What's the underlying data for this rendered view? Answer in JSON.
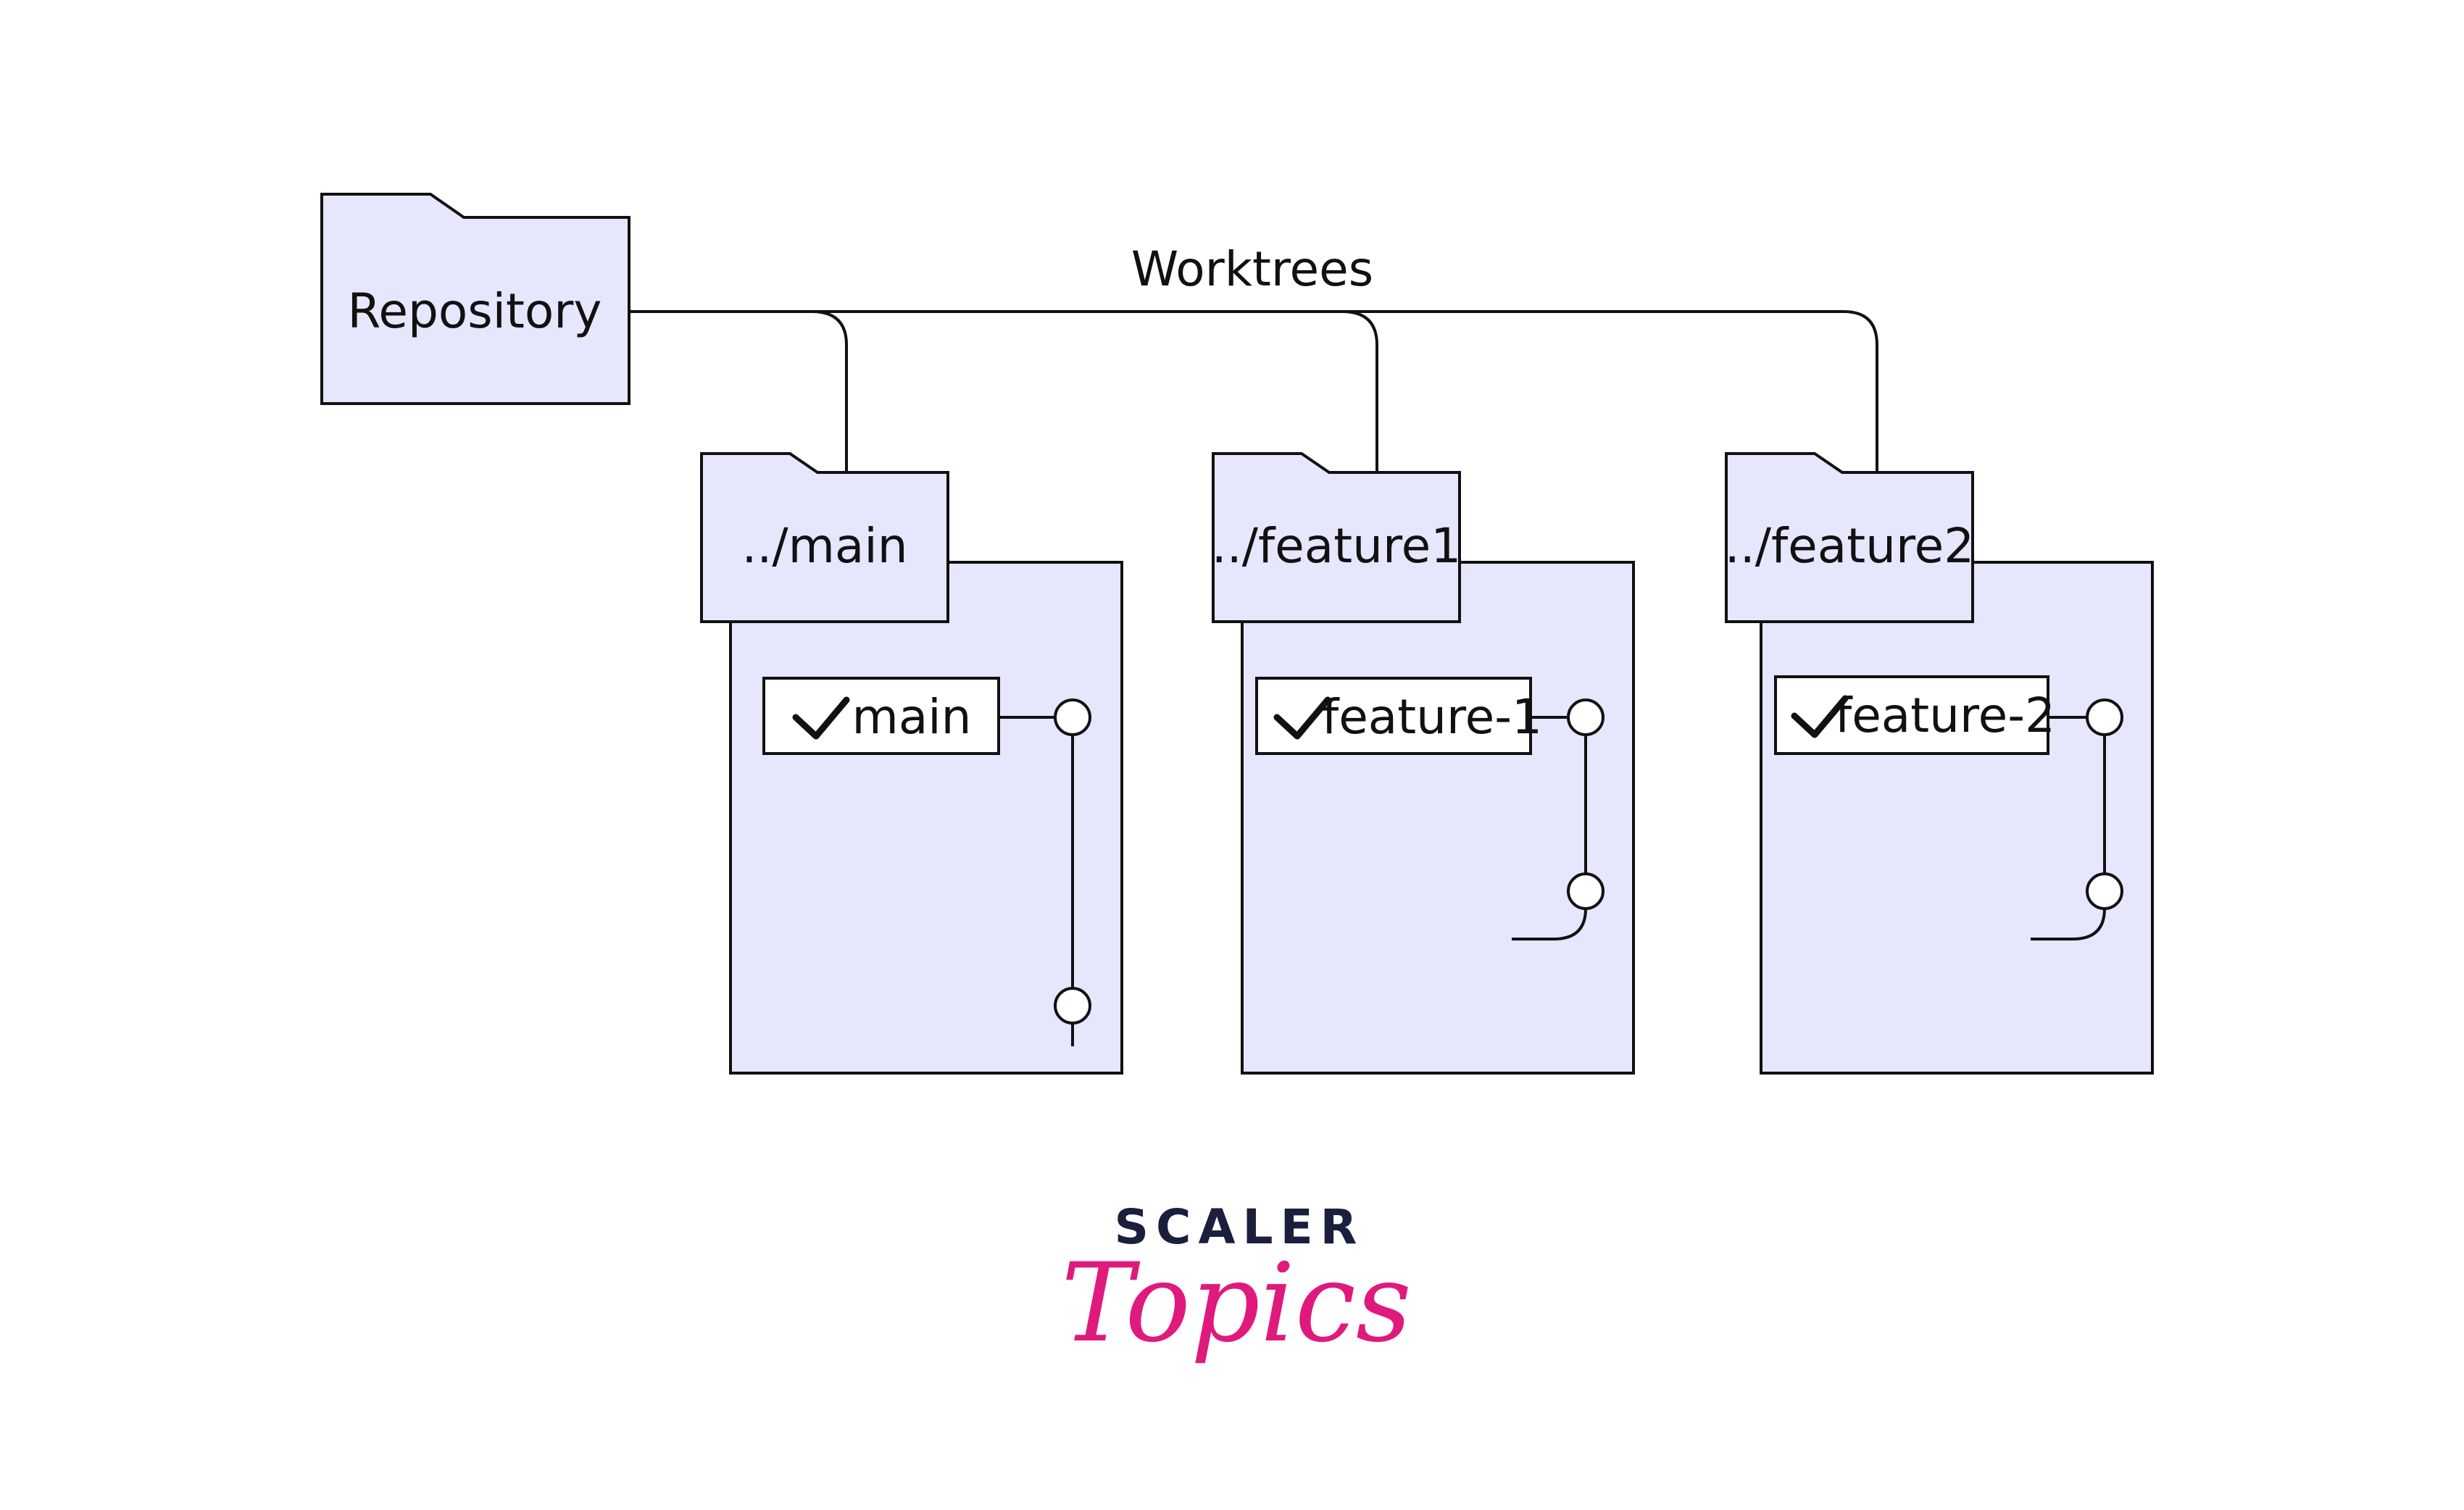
{
  "diagram": {
    "title": "Worktrees",
    "repository_label": "Repository",
    "worktrees": [
      {
        "folder_label": "../main",
        "branch_label": "main"
      },
      {
        "folder_label": "../feature1",
        "branch_label": "feature-1"
      },
      {
        "folder_label": "../feature2",
        "branch_label": "feature-2"
      }
    ]
  },
  "logo": {
    "top": "SCALER",
    "bottom": "Topics"
  },
  "colors": {
    "folder_fill": "#e6e6fc",
    "stroke": "#111111",
    "logo_dark": "#1a1f3d",
    "logo_pink": "#e0197d"
  },
  "icons": [
    "folder-icon",
    "checkmark-icon"
  ]
}
